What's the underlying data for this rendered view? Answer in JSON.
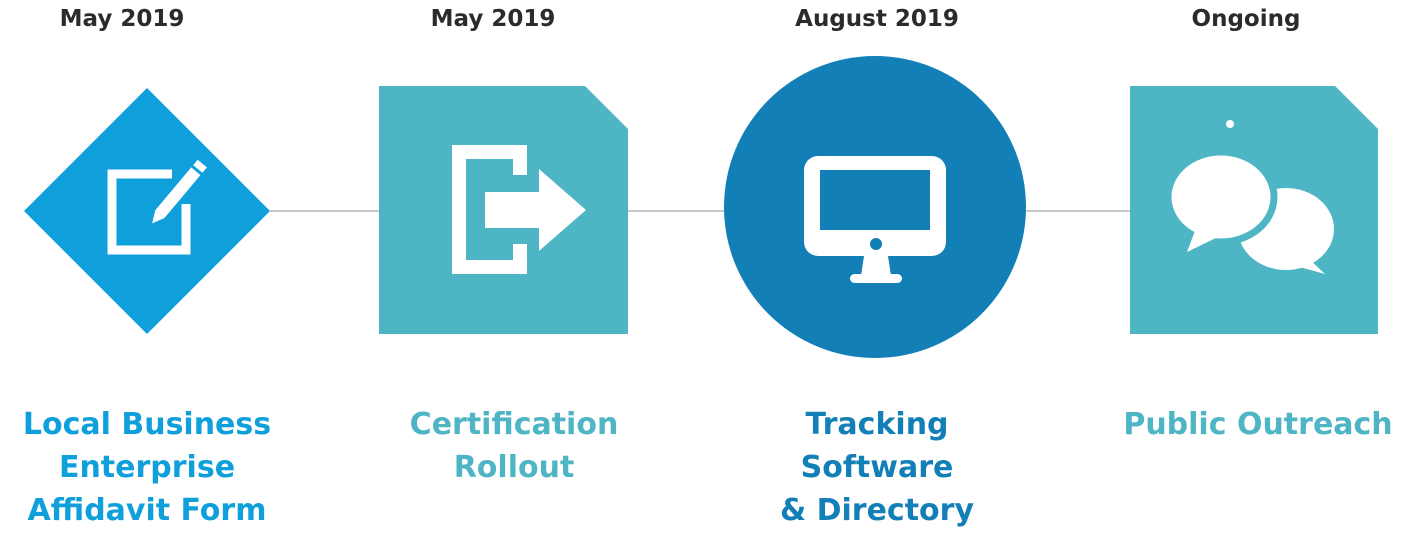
{
  "colors": {
    "blue": "#0fa0dc",
    "teal": "#4db5c4",
    "dark_blue": "#127fb7",
    "connector": "#c8c8c8",
    "date_text": "#2b2b2b"
  },
  "milestones": [
    {
      "date": "May 2019",
      "label": "Local Business\nEnterprise\nAffidavit Form",
      "shape": "diamond",
      "icon": "edit-form-icon",
      "color": "#0fa0dc"
    },
    {
      "date": "May 2019",
      "label": "Certification\nRollout",
      "shape": "folded-square",
      "icon": "sign-in-arrow-icon",
      "color": "#4db5c4"
    },
    {
      "date": "August 2019",
      "label": "Tracking\nSoftware\n& Directory",
      "shape": "circle",
      "icon": "desktop-monitor-icon",
      "color": "#127fb7"
    },
    {
      "date": "Ongoing",
      "label": "Public Outreach",
      "shape": "folded-square",
      "icon": "speech-bubbles-icon",
      "color": "#4db5c4"
    }
  ]
}
